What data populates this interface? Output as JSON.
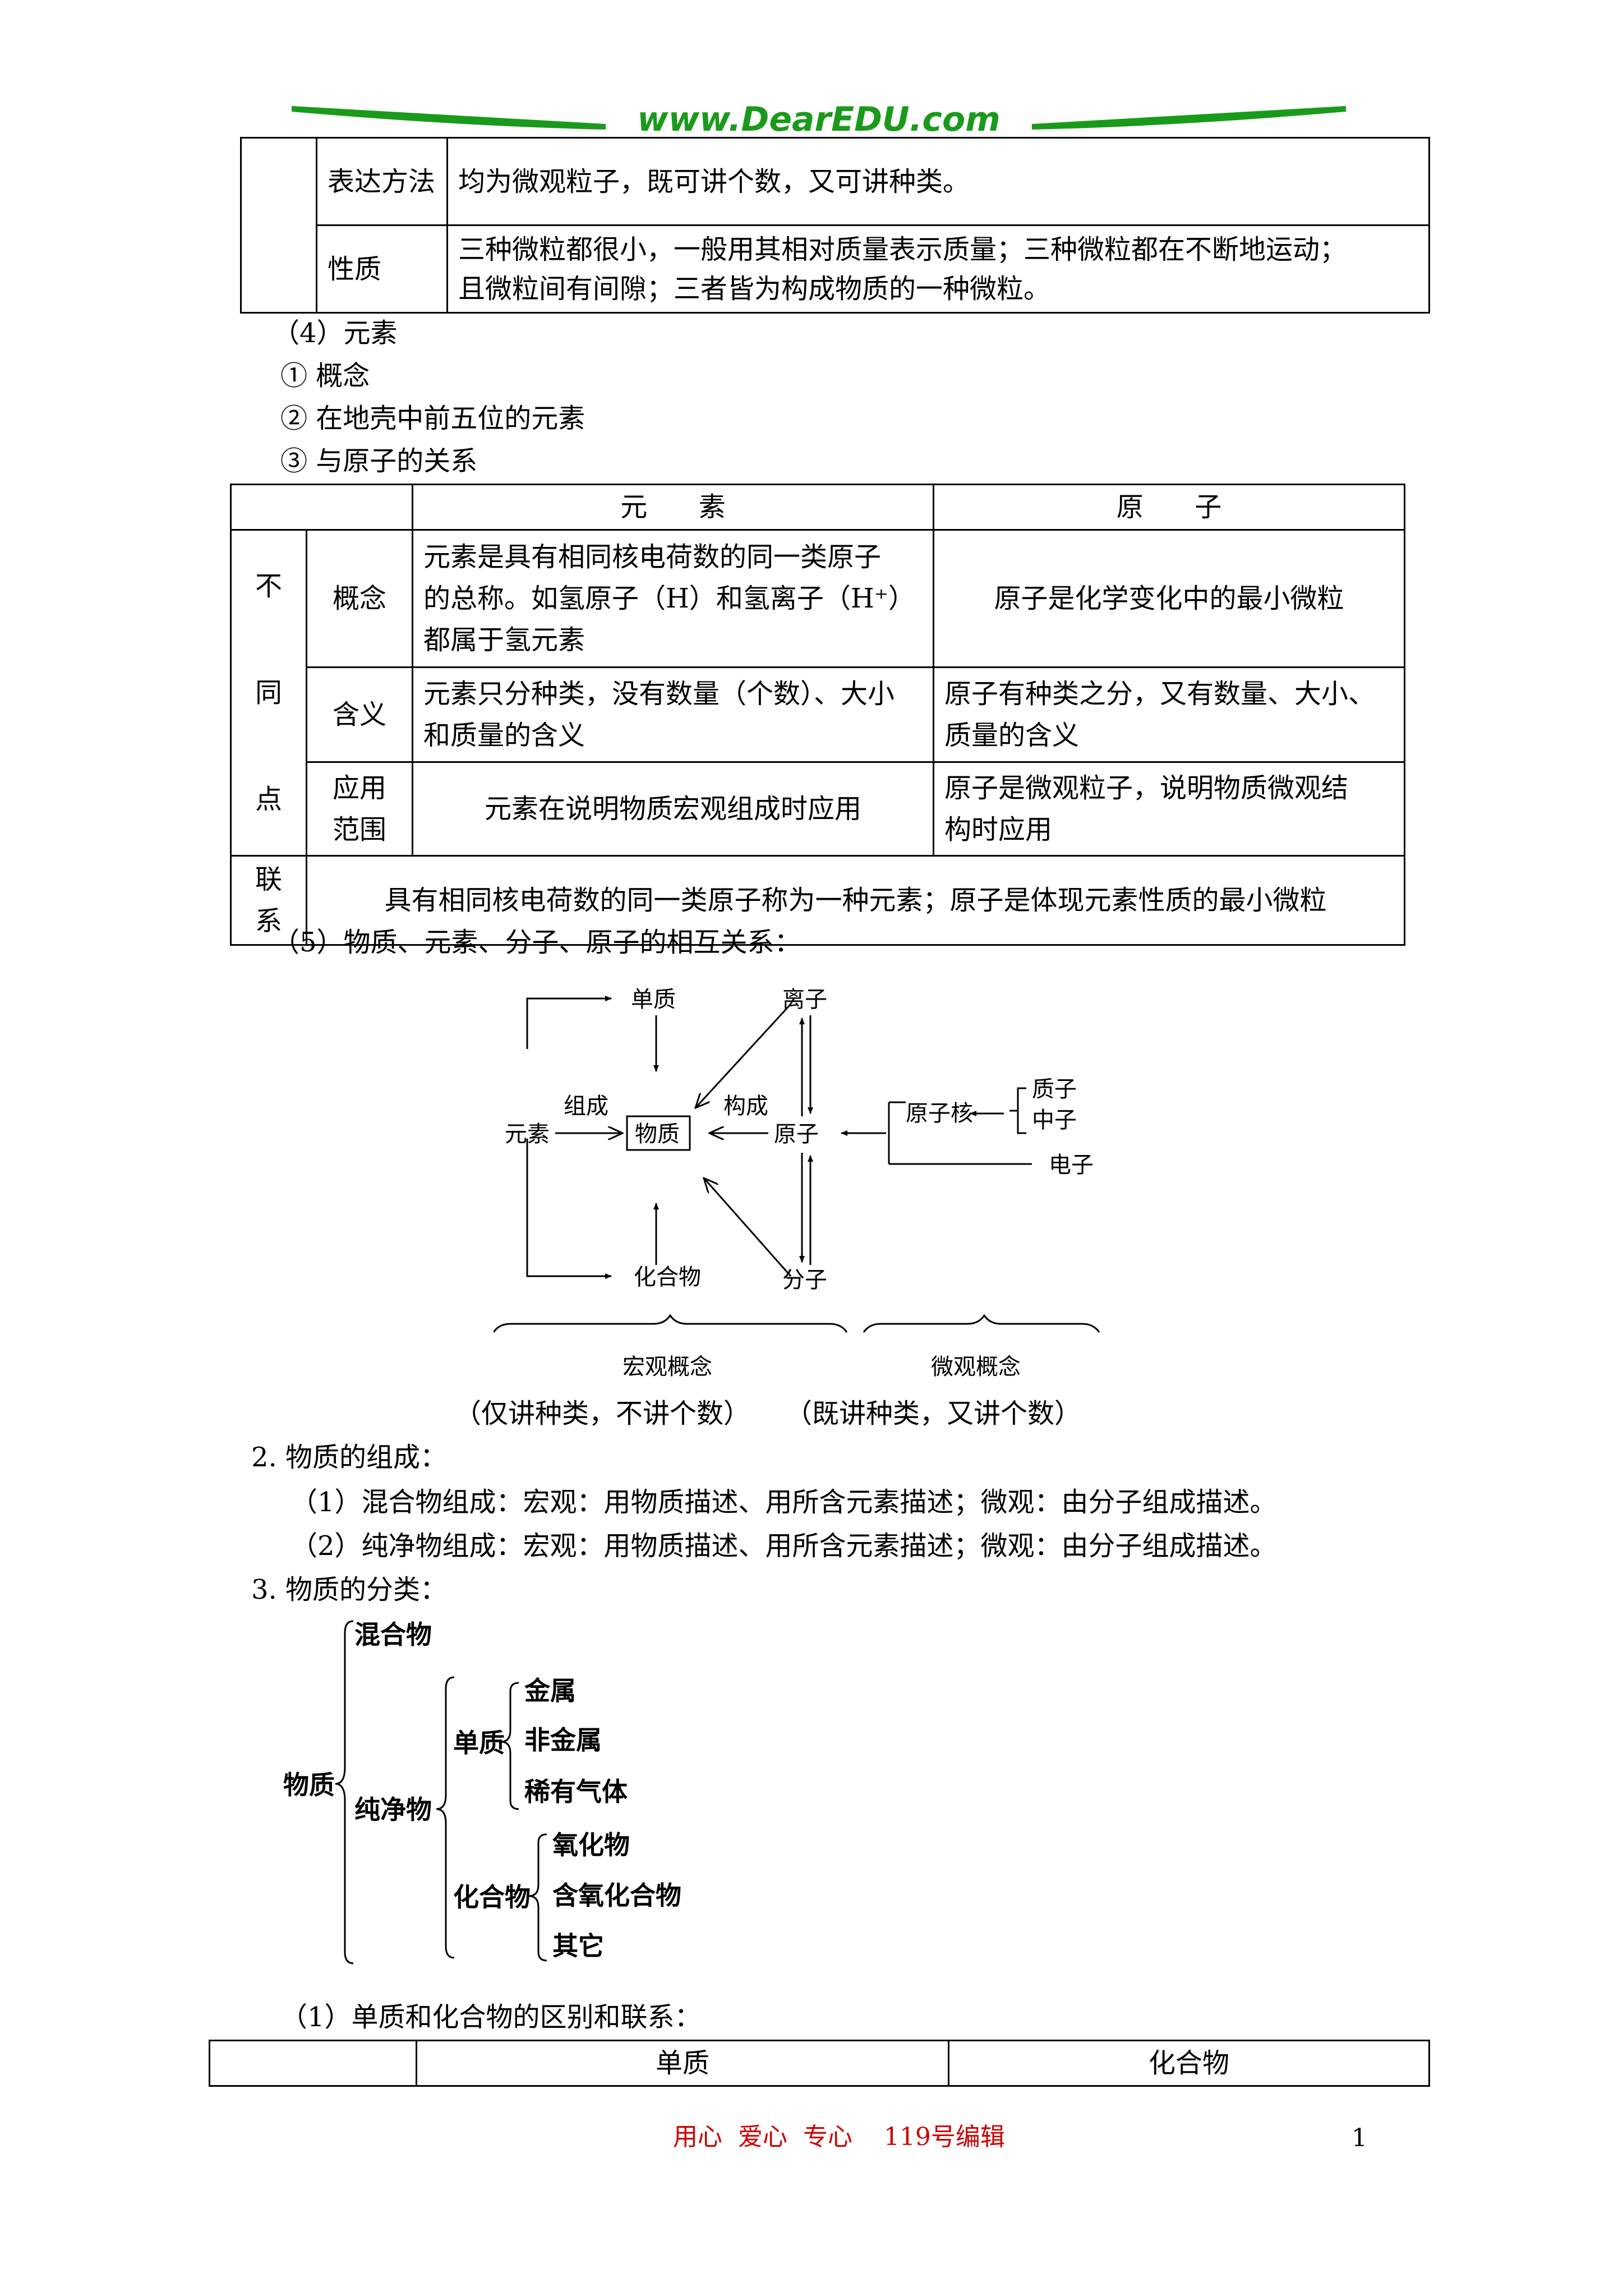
{
  "header": {
    "site": "www.DearEDU.com"
  },
  "table1": {
    "rows": [
      {
        "label": "表达方法",
        "text": "均为微观粒子，既可讲个数，又可讲种类。"
      },
      {
        "label": "性质",
        "text1": "三种微粒都很小，一般用其相对质量表示质量；三种微粒都在不断地运动；",
        "text2": "且微粒间有间隙；三者皆为构成物质的一种微粒。"
      }
    ]
  },
  "section4": {
    "title": "（4）元素",
    "items": [
      "①  概念",
      "②  在地壳中前五位的元素",
      "③  与原子的关系"
    ]
  },
  "table2": {
    "header_element": "元      素",
    "header_atom": "原      子",
    "diff_label": [
      "不",
      "同",
      "点"
    ],
    "rows": [
      {
        "label": "概念",
        "element": [
          "元素是具有相同核电荷数的同一类原子",
          "的总称。如氢原子（H）和氢离子（H⁺）",
          "都属于氢元素"
        ],
        "atom": "原子是化学变化中的最小微粒"
      },
      {
        "label": "含义",
        "element": [
          "元素只分种类，没有数量（个数）、大小",
          "和质量的含义"
        ],
        "atom": [
          "原子有种类之分，又有数量、大小、",
          "质量的含义"
        ]
      },
      {
        "label": [
          "应用",
          "范围"
        ],
        "element": "元素在说明物质宏观组成时应用",
        "atom": [
          "原子是微观粒子，说明物质微观结",
          "构时应用"
        ]
      }
    ],
    "link_label": [
      "联",
      "系"
    ],
    "link_text": "具有相同核电荷数的同一类原子称为一种元素；原子是体现元素性质的最小微粒"
  },
  "section5": {
    "title": "（5）物质、元素、分子、原子的相互关系："
  },
  "diagram": {
    "element": "元素",
    "compose": "组成",
    "simple": "单质",
    "substance": "物质",
    "compound": "化合物",
    "construct": "构成",
    "ion": "离子",
    "atom": "原子",
    "molecule": "分子",
    "nucleus": "原子核",
    "proton": "质子",
    "neutron": "中子",
    "electron": "电子",
    "macro": "宏观概念",
    "micro": "微观概念",
    "macro_note": "（仅讲种类，不讲个数）",
    "micro_note": "（既讲种类，又讲个数）"
  },
  "section_comp": {
    "title": "2.  物质的组成：",
    "line1": "（1）混合物组成：宏观：用物质描述、用所含元素描述；微观：由分子组成描述。",
    "line2": "（2）纯净物组成：宏观：用物质描述、用所含元素描述；微观：由分子组成描述。"
  },
  "section_class": {
    "title": "3.  物质的分类："
  },
  "classify": {
    "root": "物质",
    "mixture": "混合物",
    "pure": "纯净物",
    "simple": "单质",
    "metal": "金属",
    "nonmetal": "非金属",
    "noble": "稀有气体",
    "compound": "化合物",
    "oxide": "氧化物",
    "oxy": "含氧化合物",
    "other": "其它"
  },
  "section_last": {
    "title": "（1）单质和化合物的区别和联系："
  },
  "table3": {
    "col1": "单质",
    "col2": "化合物"
  },
  "footer": {
    "text": "用心  爱心  专心    119号编辑",
    "page": "1"
  },
  "colors": {
    "logo_green": "#1a9a1a",
    "footer_red": "#cc0000"
  }
}
